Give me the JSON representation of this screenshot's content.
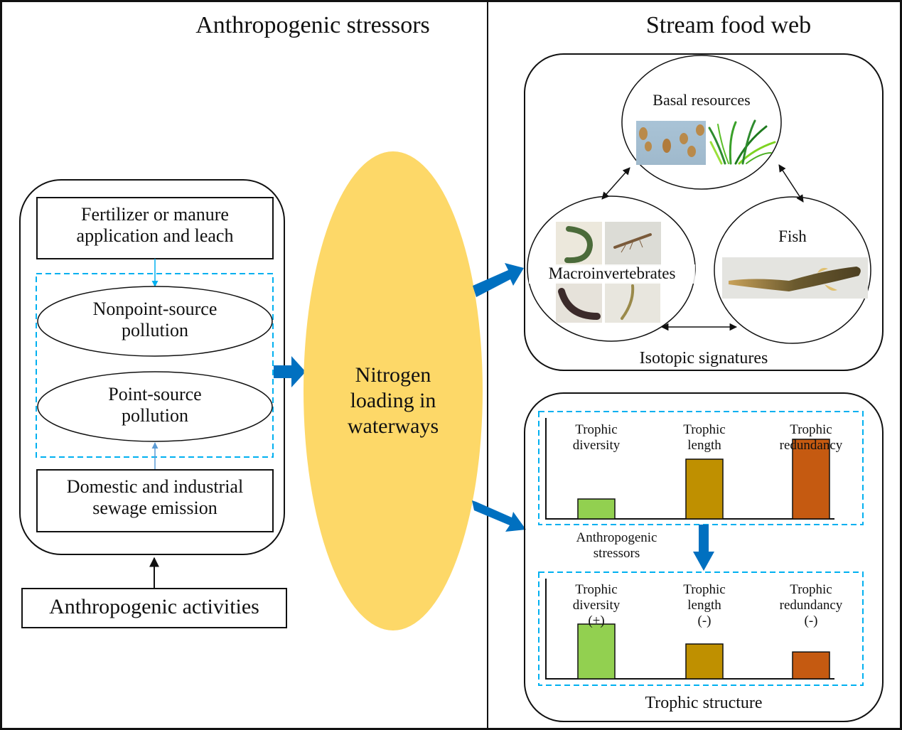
{
  "panels": {
    "left": {
      "title": "Anthropogenic stressors"
    },
    "right": {
      "title": "Stream food web"
    }
  },
  "sources": {
    "fertilizer": [
      "Fertilizer or manure",
      "application and leach"
    ],
    "nonpoint": [
      "Nonpoint-source",
      "pollution"
    ],
    "point": [
      "Point-source",
      "pollution"
    ],
    "sewage": [
      "Domestic and industrial",
      "sewage emission"
    ],
    "activities": "Anthropogenic activities"
  },
  "nitrogen": [
    "Nitrogen",
    "loading in",
    "waterways"
  ],
  "food_web": {
    "basal": "Basal resources",
    "macro": "Macroinvertebrates",
    "fish": "Fish",
    "caption": "Isotopic signatures",
    "basal_images": [
      "diatom-microscopy-image",
      "grass-image"
    ],
    "macro_images": [
      "caddisfly-larva-image",
      "stonefly-nymph-image",
      "dark-larva-image",
      "midge-larva-image"
    ],
    "fish_image": "loach-fish-image"
  },
  "trophic": {
    "stressor_label": [
      "Anthropogenic",
      "stressors"
    ],
    "caption": "Trophic structure"
  },
  "colors": {
    "nitrogen_fill": "#FDD868",
    "arrow_blue": "#0070C0",
    "dashed_blue": "#00B0F0",
    "thin_arrow_blue": "#5B9BD5",
    "diversity": "#92D050",
    "length": "#BF9000",
    "redundancy": "#C55A11"
  },
  "chart_data": [
    {
      "type": "bar",
      "title": "Before anthropogenic stressors",
      "categories": [
        "Trophic diversity",
        "Trophic length",
        "Trophic redundancy"
      ],
      "values": [
        0.2,
        0.6,
        0.8
      ],
      "effects": [
        "",
        "",
        ""
      ],
      "ylim": [
        0,
        1
      ],
      "xlabel": "",
      "ylabel": "",
      "axis_ticks": false,
      "grid": false
    },
    {
      "type": "bar",
      "title": "After anthropogenic stressors",
      "categories": [
        "Trophic diversity",
        "Trophic length",
        "Trophic redundancy"
      ],
      "values": [
        0.55,
        0.35,
        0.27
      ],
      "effects": [
        "(+)",
        "(-)",
        "(-)"
      ],
      "ylim": [
        0,
        1
      ],
      "xlabel": "",
      "ylabel": "",
      "axis_ticks": false,
      "grid": false
    }
  ]
}
